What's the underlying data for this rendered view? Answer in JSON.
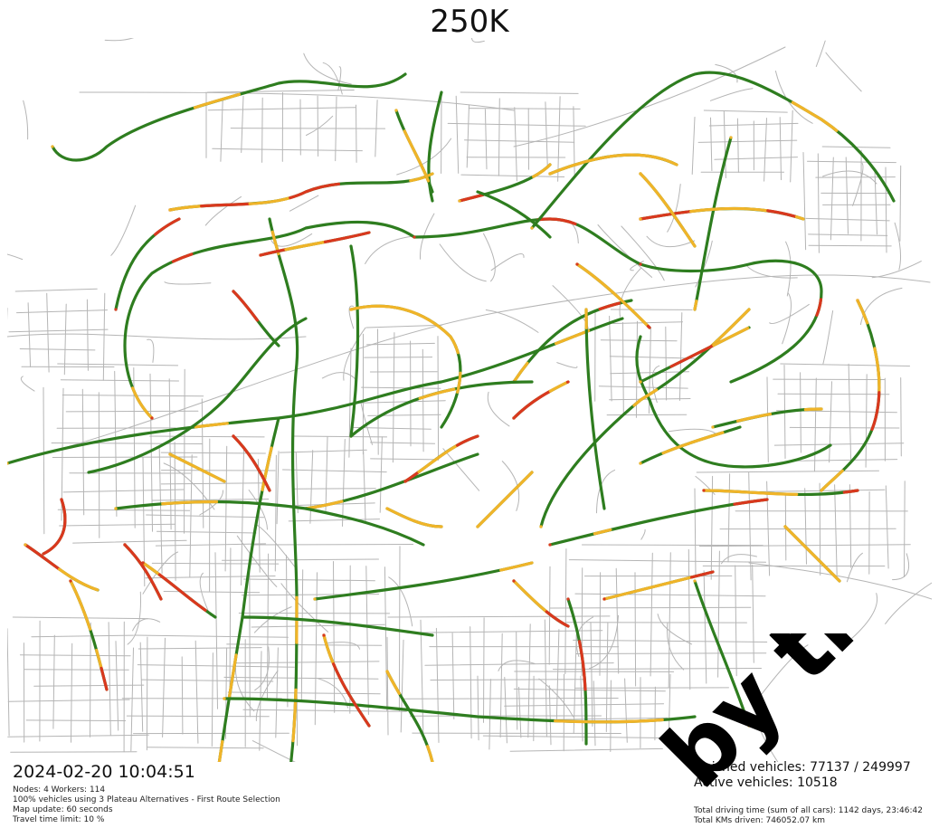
{
  "title": "250K",
  "timestamp": "2024-02-20 10:04:51",
  "info": [
    "Nodes: 4 Workers: 114",
    "100% vehicles using 3 Plateau Alternatives - First Route Selection",
    "Map update: 60 seconds",
    "Travel time limit: 10 %"
  ],
  "stats": {
    "finished": "Finished vehicles: 77137 / 249997",
    "active": "Active vehicles: 10518",
    "driving_time": "Total driving time (sum of all cars): 1142 days, 23:46:42",
    "km_driven": "Total KMs driven: 746052.07 km"
  },
  "watermark": "by the",
  "colors": {
    "free_flow": "#2e7d1f",
    "moderate": "#f0b429",
    "congested": "#d9381e",
    "minor_road": "#b5b5b5",
    "background": "#ffffff"
  }
}
